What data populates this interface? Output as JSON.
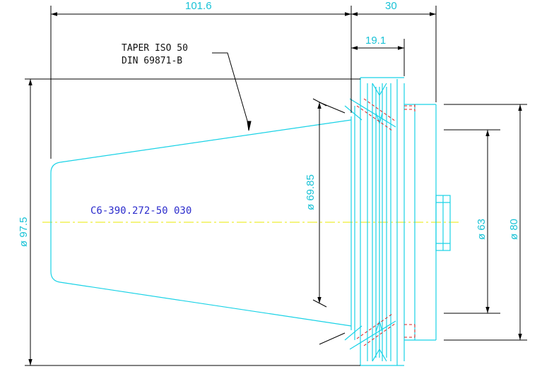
{
  "drawing": {
    "note_line_1": "TAPER ISO 50",
    "note_line_2": "DIN 69871-B",
    "part_code": "C6-390.272-50 030",
    "dimensions": {
      "overall_length": "101.6",
      "flange_width": "30",
      "groove_width": "19.1",
      "taper_diameter": "ø 97.5",
      "gauge_diameter": "ø 69.85",
      "bore_diameter": "ø 63",
      "flange_diameter": "ø 80"
    }
  },
  "colors": {
    "outline": "#19d2e6",
    "dimension": "#000000",
    "centerline": "#e8e800",
    "hidden": "#dd2222",
    "text_dim": "#19c2d6",
    "text_code": "#2c2ccc"
  }
}
